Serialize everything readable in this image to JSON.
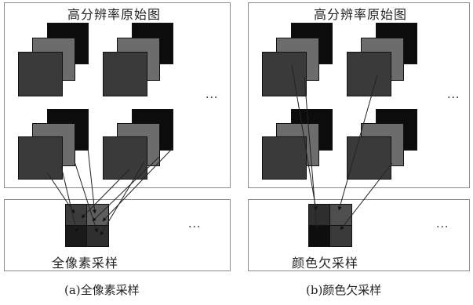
{
  "panel_a": {
    "title": "高分辨率原始图",
    "ellipsis_top": "...",
    "ellipsis_bottom": "...",
    "label": "全像素采样"
  },
  "panel_b": {
    "title": "高分辨率原始图",
    "ellipsis_top": "...",
    "ellipsis_bottom": "...",
    "label": "颜色欠采样"
  },
  "captions": {
    "a": "(a)全像素采样",
    "b": "(b)颜色欠采样"
  },
  "colors": {
    "back": "#0c0c0c",
    "middle": "#6c6c6c",
    "front": "#3a3a3a",
    "grid_light": "#5e5e5e",
    "grid_dark": "#2a2a2a"
  }
}
